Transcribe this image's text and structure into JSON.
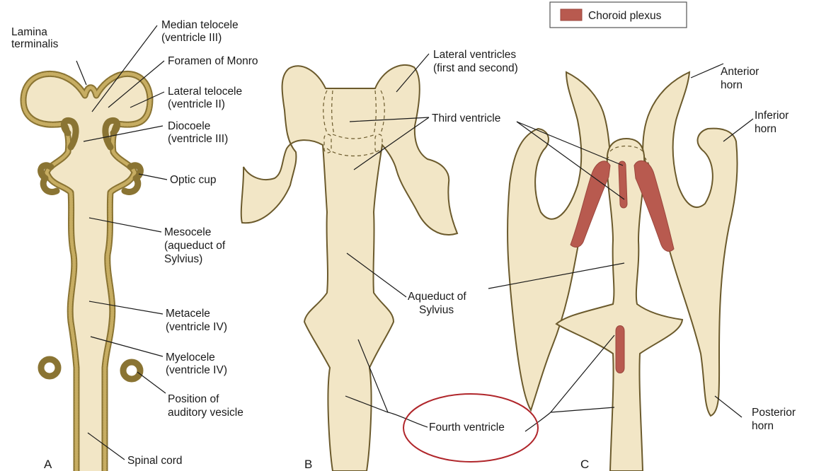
{
  "legend": {
    "label": "Choroid plexus",
    "swatch_color": "#b85a4f"
  },
  "colors": {
    "tissue": "#f2e6c6",
    "outline": "#6b5a2c",
    "wall": "#8a7433",
    "highlight_circle": "#b0262b"
  },
  "panel_a": {
    "letter": "A",
    "labels": {
      "lamina_1": "Lamina",
      "lamina_2": "terminalis",
      "median_1": "Median telocele",
      "median_2": "(ventricle III)",
      "monro": "Foramen of Monro",
      "lateral_1": "Lateral telocele",
      "lateral_2": "(ventricle II)",
      "diocoele_1": "Diocoele",
      "diocoele_2": "(ventricle III)",
      "optic": "Optic cup",
      "mesocele_1": "Mesocele",
      "mesocele_2": "(aqueduct of",
      "mesocele_3": "Sylvius)",
      "metacele_1": "Metacele",
      "metacele_2": "(ventricle IV)",
      "myelocele_1": "Myelocele",
      "myelocele_2": "(ventricle IV)",
      "auditory_1": "Position of",
      "auditory_2": "auditory vesicle",
      "spinal": "Spinal cord"
    }
  },
  "panel_b": {
    "letter": "B",
    "labels": {
      "lateral_1": "Lateral ventricles",
      "lateral_2": "(first and second)",
      "third": "Third ventricle",
      "aqueduct_1": "Aqueduct of",
      "aqueduct_2": "Sylvius",
      "fourth": "Fourth ventricle"
    }
  },
  "panel_c": {
    "letter": "C",
    "labels": {
      "anterior_1": "Anterior",
      "anterior_2": "horn",
      "inferior_1": "Inferior",
      "inferior_2": "horn",
      "posterior_1": "Posterior",
      "posterior_2": "horn"
    }
  }
}
